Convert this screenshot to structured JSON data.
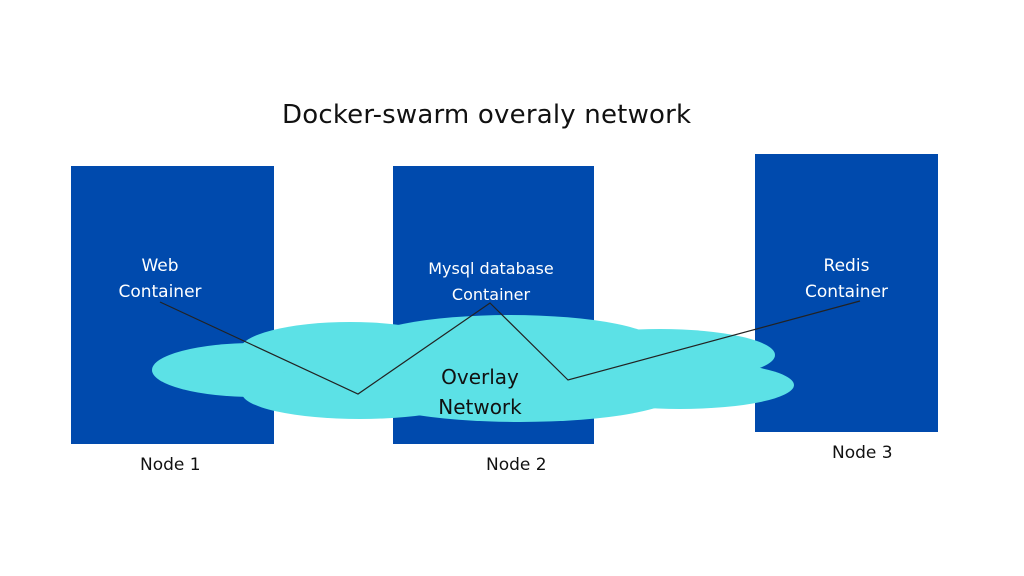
{
  "title": "Docker-swarm overaly network",
  "colors": {
    "node": "#004aad",
    "cloud": "#5ce1e6",
    "line": "#222222"
  },
  "nodes": [
    {
      "label": "Node 1",
      "container": {
        "line1": "Web",
        "line2": "Container"
      }
    },
    {
      "label": "Node 2",
      "container": {
        "line1": "Mysql database",
        "line2": "Container"
      }
    },
    {
      "label": "Node 3",
      "container": {
        "line1": "Redis",
        "line2": "Container"
      }
    }
  ],
  "network": {
    "line1": "Overlay",
    "line2": "Network"
  }
}
